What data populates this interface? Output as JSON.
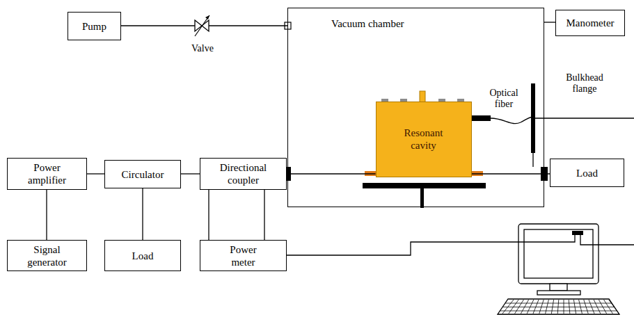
{
  "diagram": {
    "nodes": [
      {
        "text": [
          "Pump"
        ]
      },
      {
        "text": [
          "Vacuum chamber"
        ]
      },
      {
        "text": [
          "Resonant cavity"
        ],
        "in": 1
      },
      {
        "text": [
          "Manometer"
        ]
      },
      {
        "text": [
          "Power amplifier"
        ]
      },
      {
        "text": [
          "Circulator"
        ]
      },
      {
        "text": [
          "Directional coupler"
        ]
      },
      {
        "text": [
          "Load"
        ]
      },
      {
        "text": [
          "Signal generator"
        ]
      },
      {
        "text": [
          "Load"
        ]
      },
      {
        "text": [
          "Power meter"
        ]
      }
    ],
    "edges": [
      {
        "from": 0,
        "to": 1,
        "arrow": "none"
      },
      {
        "from": 1,
        "to": 3,
        "arrow": "none"
      },
      {
        "from": 4,
        "to": 5,
        "arrow": "none"
      },
      {
        "from": 5,
        "to": 6,
        "arrow": "none"
      },
      {
        "from": 6,
        "to": 2,
        "arrow": "none"
      },
      {
        "from": 2,
        "to": 7,
        "arrow": "none"
      },
      {
        "from": 4,
        "to": 8,
        "arrow": "none"
      },
      {
        "from": 5,
        "to": 9,
        "arrow": "none"
      },
      {
        "from": 6,
        "to": 10,
        "arrow": "none"
      },
      {
        "from": 6,
        "to": 10,
        "arrow": "none"
      }
    ],
    "labels": [
      "Valve",
      "Optical fiber",
      "Bulkhead flange"
    ]
  }
}
